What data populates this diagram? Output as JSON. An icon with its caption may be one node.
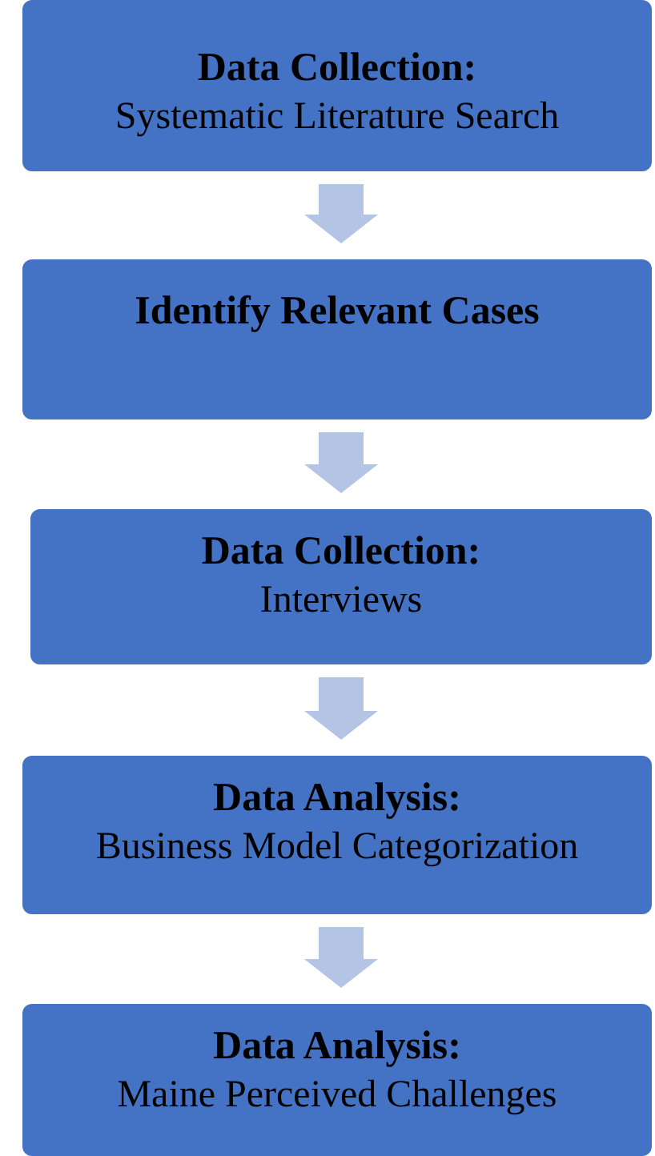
{
  "diagram": {
    "nodes": [
      {
        "text": [
          "Data Collection:",
          "Systematic Literature Search"
        ]
      },
      {
        "text": [
          "Identify Relevant Cases"
        ]
      },
      {
        "text": [
          "Data Collection:",
          "Interviews"
        ]
      },
      {
        "text": [
          "Data Analysis:",
          "Business Model Categorization"
        ]
      },
      {
        "text": [
          "Data Analysis:",
          "Maine Perceived Challenges"
        ]
      }
    ],
    "edges": [
      {
        "from": 0,
        "to": 1,
        "arrow": "to"
      },
      {
        "from": 1,
        "to": 2,
        "arrow": "to"
      },
      {
        "from": 2,
        "to": 3,
        "arrow": "to"
      },
      {
        "from": 3,
        "to": 4,
        "arrow": "to"
      }
    ]
  }
}
